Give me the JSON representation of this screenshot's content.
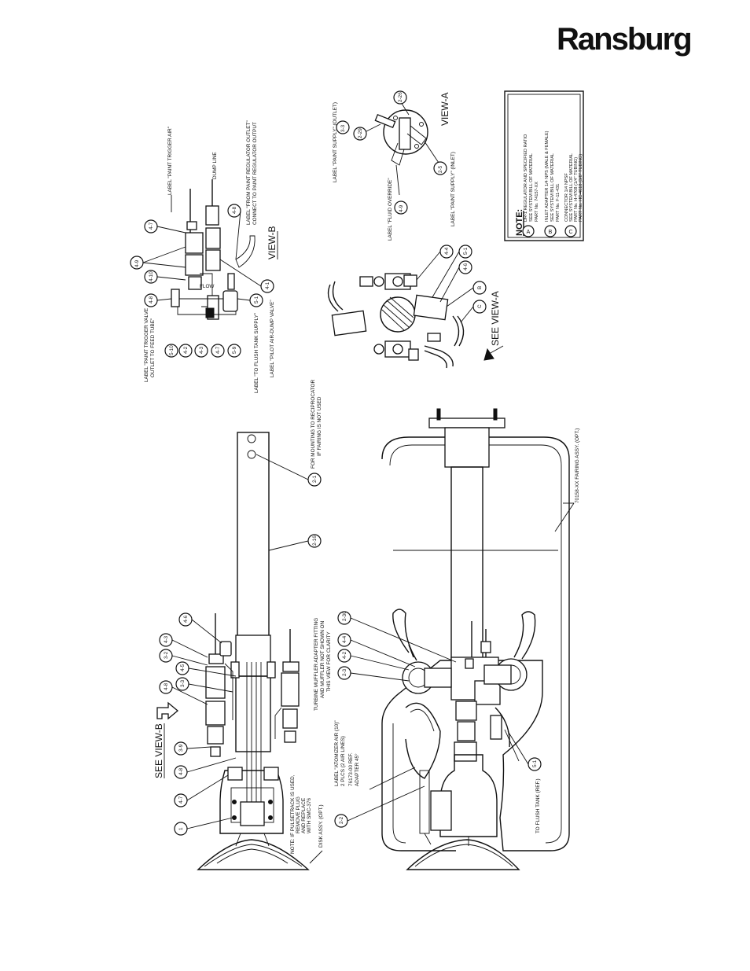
{
  "brand": "Ransburg",
  "views": {
    "view_b_top": "VIEW-B",
    "view_a_top": "VIEW-A",
    "see_view_a": "SEE VIEW-A",
    "see_view_b": "SEE VIEW-B"
  },
  "labels": {
    "paint_trigger_air": "LABEL \"PAINT TRIGGER AIR\"",
    "dump_line": "DUMP LINE",
    "from_regulator_outlet": "LABEL \"FROM PAINT REGULATOR OUTLET\"",
    "connect_regulator_output": "CONNECT TO PAINT REGULATOR OUTPUT",
    "paint_trigger_valve": "LABEL \"PAINT TRIGGER VALVE",
    "outlet_to_feed_tube": "OUTLET TO FEED TUBE\"",
    "to_flush_tank_supply": "LABEL \"TO FLUSH TANK SUPPLY\"",
    "pilot_air_dump_valve": "LABEL \"PILOT AIR-DUMP VALVE\"",
    "paint_supply_outlet": "LABEL \"PAINT SUPPLY\" (OUTLET)",
    "fluid_override": "LABEL \"FLUID OVERRIDE\"",
    "paint_supply_inlet": "LABEL \"PAINT SUPPLY\" (INLET)",
    "mounting_note_1": "FOR MOUNTING TO RECIPROCATOR",
    "mounting_note_2": "IF FAIRING IS NOT USED",
    "turbine_muffler_1": "TURBINE MUFFLER ADAPTER FITTING",
    "turbine_muffler_2": "AND MUFFLER NOT SHOWN ON",
    "turbine_muffler_3": "THIS VIEW FOR CLARITY",
    "fairing_assy": "70158-XX FAIRING ASSY. (OPT.)",
    "flush_tank_ref": "TO FLUSH TANK (REF.)",
    "atomizer_air": "LABEL \"ATOMIZER AIR (10)\"",
    "two_plcs": "2 PLCS (2 AIR LINES)",
    "adapter_ref": "76173-00 REF.",
    "adapter_45": "ADAPTER 45°",
    "disk_assy": "DISK ASSY. (OPT.)",
    "pulsetrack_1": "NOTE: IF PULSETRACK IS USED,",
    "pulsetrack_2": "REMOVE PLUG",
    "pulsetrack_3": "AND REPLACE",
    "pulsetrack_4": "WITH SMC-376"
  },
  "note": {
    "title": "NOTE:",
    "items": [
      {
        "id": "A",
        "lines": [
          "DR-1 REGULATOR AND SPECIFIED RATIO",
          "SEE SYSTEM BILL OF MATERIAL",
          "PART No. 74157-XX"
        ]
      },
      {
        "id": "B",
        "lines": [
          "INLET ADAPTER 1/4 NPS (MALE & FEMALE)",
          "SEE SYSTEM BILL OF MATERIAL",
          "PART No. F-11-431"
        ]
      },
      {
        "id": "C",
        "lines": [
          "CONNECTOR 1/4 NPSF",
          "SEE SYSTEM BILL OF MATERIAL",
          "PART No. H-4708 (1/4\" TUBING)",
          "PART No. HC-4618 (3/8\" TUBING)"
        ]
      }
    ]
  },
  "callouts": {
    "vb_1": "4-7",
    "vb_2": "4-9",
    "vb_3": "4-10",
    "vb_4": "4-8",
    "vb_5": "5-10",
    "vb_6": "4-2",
    "vb_7": "4-3",
    "vb_8": "4-7",
    "vb_9": "5-9",
    "vb_10": "4-8",
    "vb_11": "5-1",
    "vb_12": "4-1",
    "va_1": "2-26",
    "va_2": "3-3",
    "va_3": "2-29",
    "va_4": "4-9",
    "va_5": "2-5",
    "va_6": "4-4",
    "va_7": "5-1",
    "va_8": "4-6",
    "va_9": "B",
    "va_10": "C",
    "bv_1": "2-1",
    "bv_2": "2-16",
    "bv_3": "2-30",
    "bv_4": "4-4",
    "bv_5": "4-2",
    "bv_6": "2-3",
    "sv_1": "4-6",
    "sv_2": "4-3",
    "sv_3": "3-2",
    "sv_4": "4-5",
    "sv_5": "3-3",
    "sv_6": "4-8",
    "sv_7": "3-9",
    "sv_8": "4-8",
    "sv_9": "4-7",
    "sv_10": "1",
    "lv_1": "5-1",
    "lv_2": "2-2"
  }
}
